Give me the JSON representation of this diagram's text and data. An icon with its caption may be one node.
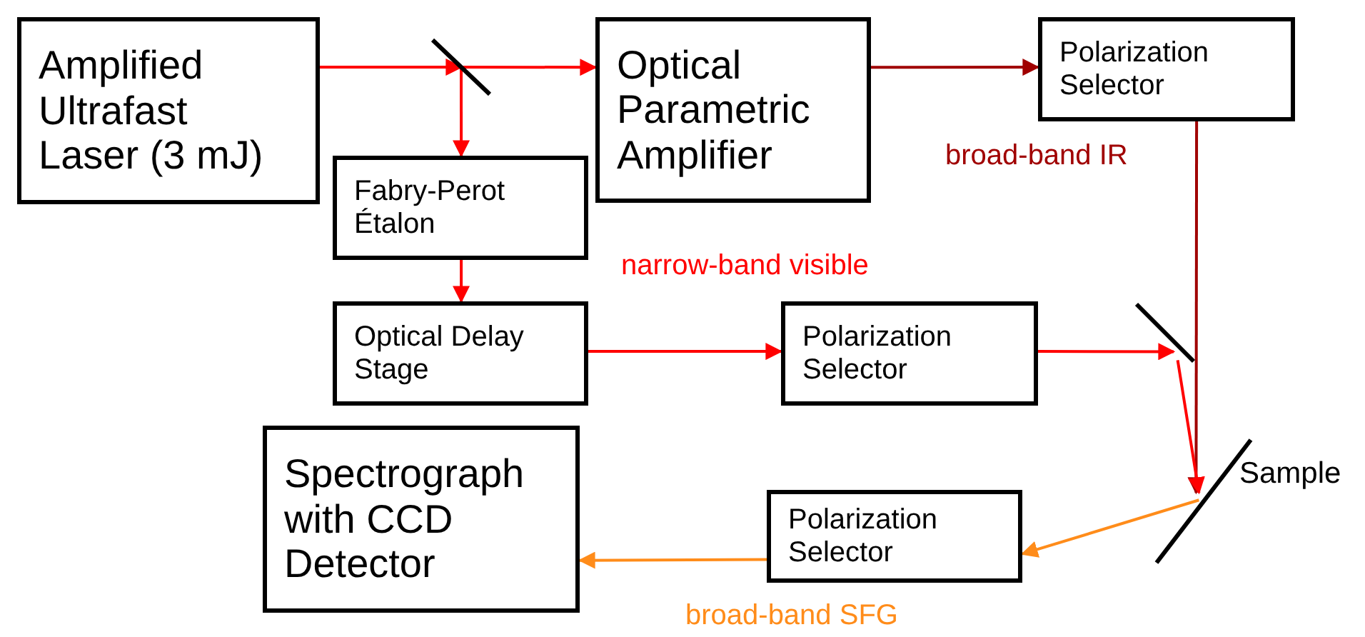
{
  "diagram": {
    "nodes": [
      {
        "text": [
          "Amplified Ultrafast Laser (3 mJ)"
        ]
      },
      {
        "text": [],
        "shape": "mirror"
      },
      {
        "text": [
          "Optical Parametric Amplifier"
        ]
      },
      {
        "text": [
          "Polarization Selector"
        ]
      },
      {
        "text": [
          "Fabry-Perot Étalon"
        ]
      },
      {
        "text": [
          "Optical Delay Stage"
        ]
      },
      {
        "text": [
          "Polarization Selector"
        ]
      },
      {
        "text": [],
        "shape": "mirror"
      },
      {
        "text": [],
        "shape": "mirror",
        "beside": [
          "Sample"
        ]
      },
      {
        "text": [
          "Polarization Selector"
        ]
      },
      {
        "text": [
          "Spectrograph with CCD Detector"
        ]
      }
    ],
    "edges": [
      {
        "from": 0,
        "to": 1,
        "arrow": "to"
      },
      {
        "from": 1,
        "to": 2,
        "arrow": "to"
      },
      {
        "from": 1,
        "to": 4,
        "arrow": "to"
      },
      {
        "from": 2,
        "to": 3,
        "arrow": "to",
        "color": "#a00000"
      },
      {
        "from": 3,
        "to": 8,
        "arrow": "to",
        "color": "#a00000",
        "label": "broad-band IR"
      },
      {
        "from": 4,
        "to": 5,
        "arrow": "to"
      },
      {
        "from": 5,
        "to": 6,
        "arrow": "to",
        "label": "narrow-band visible"
      },
      {
        "from": 6,
        "to": 7,
        "arrow": "to"
      },
      {
        "from": 7,
        "to": 8,
        "arrow": "to"
      },
      {
        "from": 8,
        "to": 9,
        "arrow": "to",
        "color": "#ff8c1a"
      },
      {
        "from": 9,
        "to": 10,
        "arrow": "to",
        "color": "#ff8c1a",
        "label": "broad-band SFG"
      }
    ]
  }
}
